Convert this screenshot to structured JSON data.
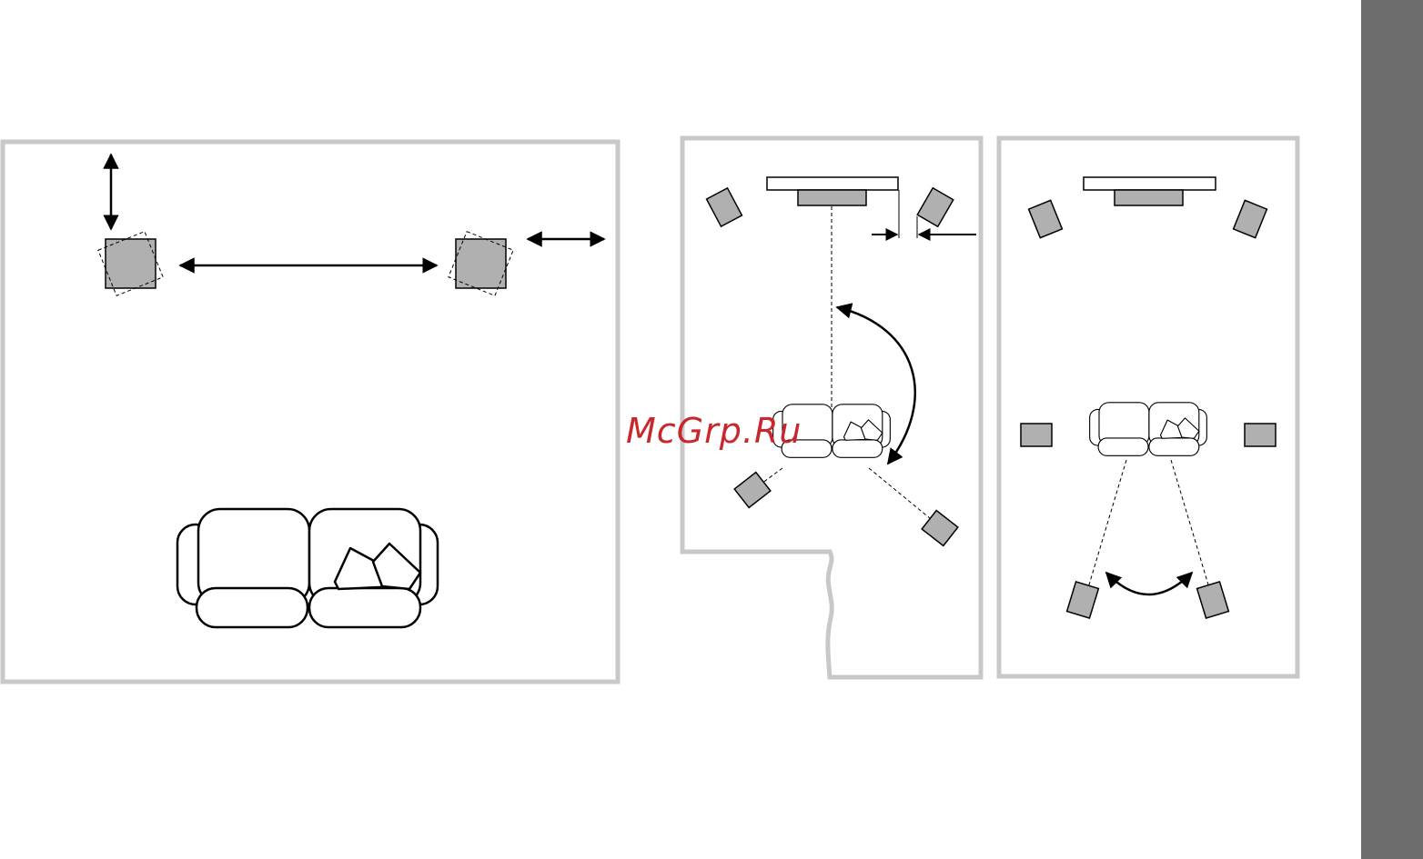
{
  "watermark": {
    "text": "McGrp.Ru",
    "color": "#c8282d"
  },
  "colors": {
    "room_border": "#c8c8c8",
    "speaker_fill": "#b0b0b0",
    "line": "#000000",
    "side_tab": "#6d6d6d"
  },
  "panels": [
    {
      "name": "stereo-placement-room",
      "icons": [
        "speaker-icon",
        "speaker-icon",
        "sofa-icon"
      ]
    },
    {
      "name": "surround-angle-room",
      "icons": [
        "tv-icon",
        "speaker-icon",
        "sofa-icon"
      ]
    },
    {
      "name": "rear-surround-room",
      "icons": [
        "tv-icon",
        "speaker-icon",
        "sofa-icon"
      ]
    }
  ]
}
